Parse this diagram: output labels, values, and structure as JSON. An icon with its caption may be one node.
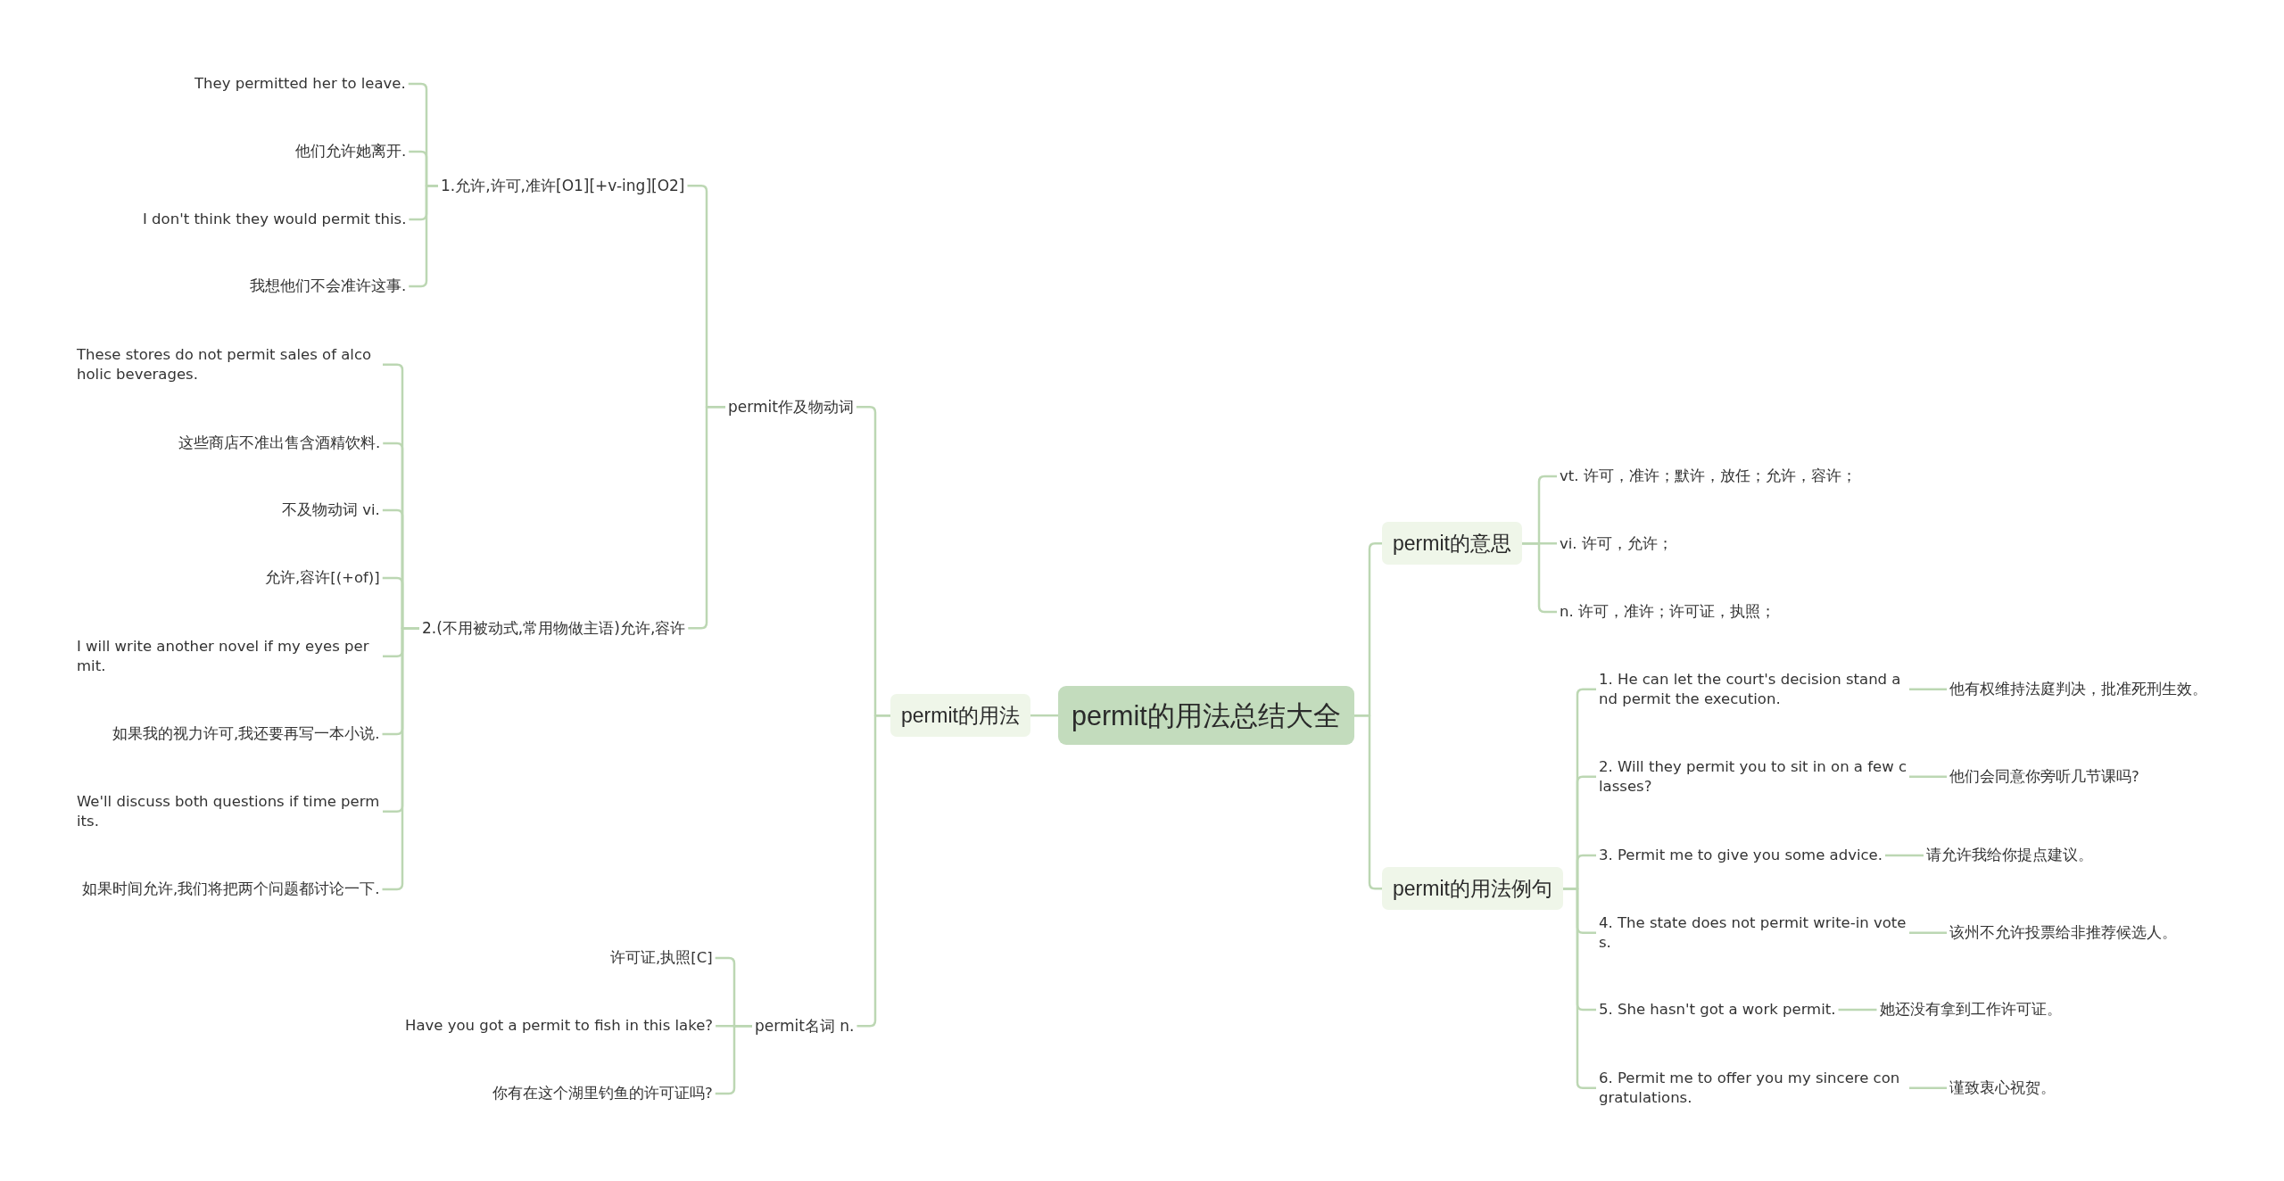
{
  "diagram": {
    "nodes": [
      {
        "text": [
          "permit的用法总结大全"
        ]
      },
      {
        "text": [
          "permit的用法"
        ]
      },
      {
        "text": [
          "permit作及物动词"
        ]
      },
      {
        "text": [
          "1.允许,许可,准许[O1][+v-ing][O2]"
        ]
      },
      {
        "text": [
          "They permitted her to leave."
        ]
      },
      {
        "text": [
          "他们允许她离开."
        ]
      },
      {
        "text": [
          "I don't think they would permit this."
        ]
      },
      {
        "text": [
          "我想他们不会准许这事."
        ]
      },
      {
        "text": [
          "2.(不用被动式,常用物做主语)允许,容许"
        ]
      },
      {
        "text": [
          "These stores do not permit sales of alcoholic beverages."
        ]
      },
      {
        "text": [
          "这些商店不准出售含酒精饮料."
        ]
      },
      {
        "text": [
          "不及物动词 vi."
        ]
      },
      {
        "text": [
          "允许,容许[(+of)]"
        ]
      },
      {
        "text": [
          "I will write another novel if my eyes permit."
        ]
      },
      {
        "text": [
          "如果我的视力许可,我还要再写一本小说."
        ]
      },
      {
        "text": [
          "We'll discuss both questions if time permits."
        ]
      },
      {
        "text": [
          "如果时间允许,我们将把两个问题都讨论一下."
        ]
      },
      {
        "text": [
          "permit名词 n."
        ]
      },
      {
        "text": [
          "许可证,执照[C]"
        ]
      },
      {
        "text": [
          "Have you got a permit to fish in this lake?"
        ]
      },
      {
        "text": [
          "你有在这个湖里钓鱼的许可证吗?"
        ]
      },
      {
        "text": [
          "permit的意思"
        ]
      },
      {
        "text": [
          "vt. 许可，准许；默许，放任；允许，容许；"
        ]
      },
      {
        "text": [
          "vi. 许可，允许；"
        ]
      },
      {
        "text": [
          "n. 许可，准许；许可证，执照；"
        ]
      },
      {
        "text": [
          "permit的用法例句"
        ]
      },
      {
        "text": [
          "1. He can let the court's decision stand and permit the execution."
        ]
      },
      {
        "text": [
          "他有权维持法庭判决，批准死刑生效。"
        ]
      },
      {
        "text": [
          "2. Will they permit you to sit in on a few classes?"
        ]
      },
      {
        "text": [
          "他们会同意你旁听几节课吗?"
        ]
      },
      {
        "text": [
          "3. Permit me to give you some advice."
        ]
      },
      {
        "text": [
          "请允许我给你提点建议。"
        ]
      },
      {
        "text": [
          "4. The state does not permit write-in votes."
        ]
      },
      {
        "text": [
          "该州不允许投票给非推荐候选人。"
        ]
      },
      {
        "text": [
          "5. She hasn't got a work permit."
        ]
      },
      {
        "text": [
          "她还没有拿到工作许可证。"
        ]
      },
      {
        "text": [
          "6. Permit me to offer you my sincere congratulations."
        ]
      },
      {
        "text": [
          "谨致衷心祝贺。"
        ]
      }
    ],
    "edges": [
      {
        "from": 0,
        "to": 1,
        "arrow": "none"
      },
      {
        "from": 1,
        "to": 2,
        "arrow": "none"
      },
      {
        "from": 2,
        "to": 3,
        "arrow": "none"
      },
      {
        "from": 3,
        "to": 4,
        "arrow": "none"
      },
      {
        "from": 3,
        "to": 5,
        "arrow": "none"
      },
      {
        "from": 3,
        "to": 6,
        "arrow": "none"
      },
      {
        "from": 3,
        "to": 7,
        "arrow": "none"
      },
      {
        "from": 2,
        "to": 8,
        "arrow": "none"
      },
      {
        "from": 8,
        "to": 9,
        "arrow": "none"
      },
      {
        "from": 8,
        "to": 10,
        "arrow": "none"
      },
      {
        "from": 8,
        "to": 11,
        "arrow": "none"
      },
      {
        "from": 8,
        "to": 12,
        "arrow": "none"
      },
      {
        "from": 8,
        "to": 13,
        "arrow": "none"
      },
      {
        "from": 8,
        "to": 14,
        "arrow": "none"
      },
      {
        "from": 8,
        "to": 15,
        "arrow": "none"
      },
      {
        "from": 8,
        "to": 16,
        "arrow": "none"
      },
      {
        "from": 1,
        "to": 17,
        "arrow": "none"
      },
      {
        "from": 17,
        "to": 18,
        "arrow": "none"
      },
      {
        "from": 17,
        "to": 19,
        "arrow": "none"
      },
      {
        "from": 17,
        "to": 20,
        "arrow": "none"
      },
      {
        "from": 0,
        "to": 21,
        "arrow": "none"
      },
      {
        "from": 21,
        "to": 22,
        "arrow": "none"
      },
      {
        "from": 21,
        "to": 23,
        "arrow": "none"
      },
      {
        "from": 21,
        "to": 24,
        "arrow": "none"
      },
      {
        "from": 0,
        "to": 25,
        "arrow": "none"
      },
      {
        "from": 25,
        "to": 26,
        "arrow": "none"
      },
      {
        "from": 26,
        "to": 27,
        "arrow": "none"
      },
      {
        "from": 25,
        "to": 28,
        "arrow": "none"
      },
      {
        "from": 28,
        "to": 29,
        "arrow": "none"
      },
      {
        "from": 25,
        "to": 30,
        "arrow": "none"
      },
      {
        "from": 30,
        "to": 31,
        "arrow": "none"
      },
      {
        "from": 25,
        "to": 32,
        "arrow": "none"
      },
      {
        "from": 32,
        "to": 33,
        "arrow": "none"
      },
      {
        "from": 25,
        "to": 34,
        "arrow": "none"
      },
      {
        "from": 34,
        "to": 35,
        "arrow": "none"
      },
      {
        "from": 25,
        "to": 36,
        "arrow": "none"
      },
      {
        "from": 36,
        "to": 37,
        "arrow": "none"
      }
    ]
  }
}
